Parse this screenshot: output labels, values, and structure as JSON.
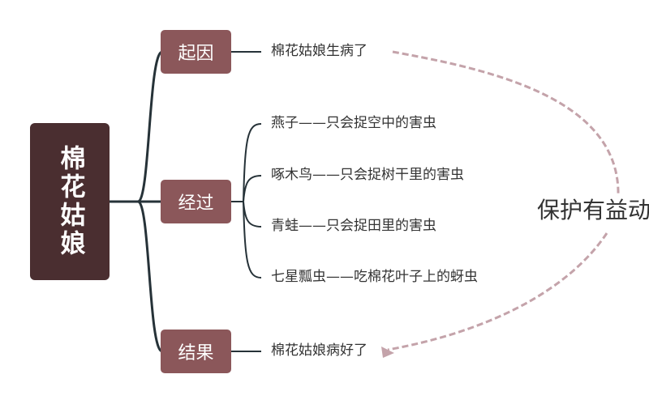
{
  "root": {
    "label": "棉花姑娘"
  },
  "branches": [
    {
      "label": "起因",
      "leaves": [
        "棉花姑娘生病了"
      ]
    },
    {
      "label": "经过",
      "leaves": [
        "燕子——只会捉空中的害虫",
        "啄木鸟——只会捉树干里的害虫",
        "青蛙——只会捉田里的害虫",
        "七星瓢虫——吃棉花叶子上的蚜虫"
      ]
    },
    {
      "label": "结果",
      "leaves": [
        "棉花姑娘病好了"
      ]
    }
  ],
  "summary": {
    "label": "保护有益动物"
  },
  "colors": {
    "root": "#4a2e30",
    "branch": "#8b575a",
    "line": "#263238",
    "dash": "#c4a3aa"
  }
}
